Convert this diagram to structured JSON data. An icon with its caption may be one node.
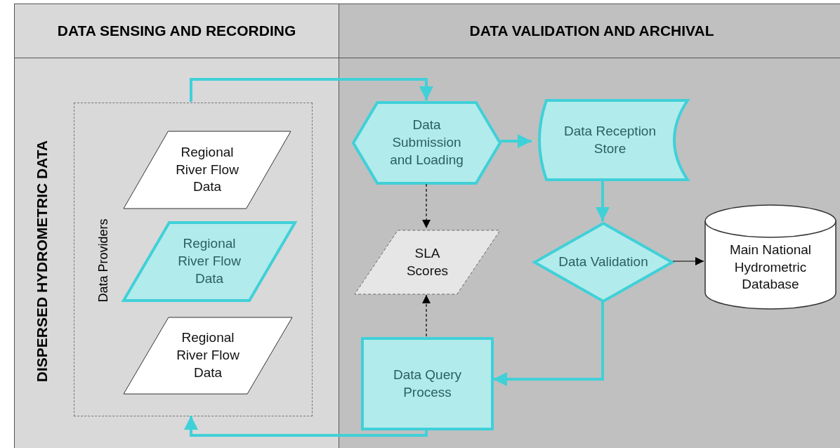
{
  "diagram": {
    "nodes": [
      {
        "text": [
          "DATA SENSING AND RECORDING"
        ]
      },
      {
        "text": [
          "DATA VALIDATION AND ARCHIVAL"
        ]
      },
      {
        "text": [
          "Data Providers"
        ],
        "in": 0
      },
      {
        "text": [
          "Regional River Flow Data"
        ],
        "in": 2
      },
      {
        "text": [
          "Regional River Flow Data"
        ],
        "in": 2
      },
      {
        "text": [
          "Regional River Flow Data"
        ],
        "in": 2
      },
      {
        "text": [
          "Data Submission and Loading"
        ],
        "in": 1
      },
      {
        "text": [
          "Data Reception Store"
        ],
        "in": 1
      },
      {
        "text": [
          "SLA Scores"
        ],
        "in": 1
      },
      {
        "text": [
          "Data Validation"
        ],
        "in": 1
      },
      {
        "text": [
          "Main National Hydrometric Database"
        ],
        "in": 1
      },
      {
        "text": [
          "Data Query Process"
        ],
        "in": 1
      }
    ],
    "edges": [
      {
        "from": 2,
        "to": 6,
        "arrow": "to"
      },
      {
        "from": 6,
        "to": 7,
        "arrow": "to"
      },
      {
        "from": 6,
        "to": 8,
        "arrow": "to",
        "style": "dashed",
        "color": "#000000"
      },
      {
        "from": 7,
        "to": 9,
        "arrow": "to"
      },
      {
        "from": 9,
        "to": 10,
        "arrow": "to",
        "color": "#000000"
      },
      {
        "from": 9,
        "to": 11,
        "arrow": "to"
      },
      {
        "from": 11,
        "to": 8,
        "arrow": "to",
        "style": "dashed",
        "color": "#000000"
      },
      {
        "from": 11,
        "to": 2,
        "arrow": "to"
      }
    ],
    "labels": [
      "DISPERSED HYDROMETRIC DATA"
    ]
  }
}
